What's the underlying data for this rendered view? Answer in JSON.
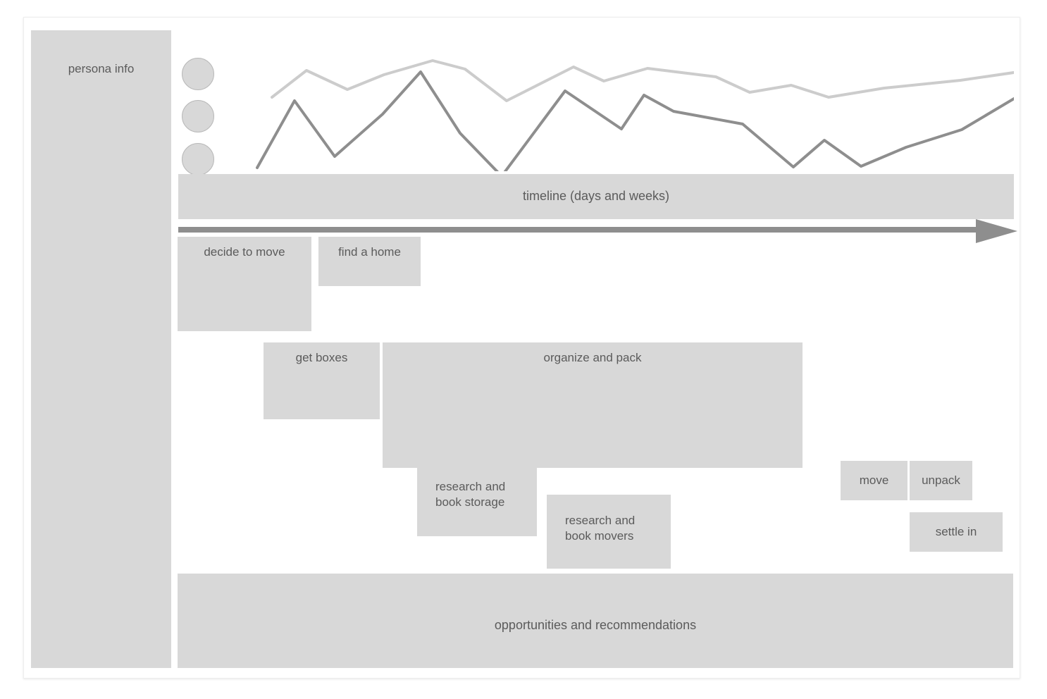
{
  "persona": {
    "title": "persona info",
    "avatars": [
      "persona-avatar-1",
      "persona-avatar-2",
      "persona-avatar-3"
    ]
  },
  "timeline": {
    "label": "timeline (days and weeks)",
    "arrow_icon": "arrow-right-icon"
  },
  "stages": {
    "decide_to_move": "decide to move",
    "find_a_home": "find a home",
    "get_boxes": "get boxes",
    "organize_and_pack": "organize and pack",
    "research_and_book_storage": "research and\nbook storage",
    "research_and_book_movers": "research and\nbook movers",
    "move": "move",
    "unpack": "unpack",
    "settle_in": "settle in"
  },
  "opportunities": {
    "label": "opportunities and recommendations"
  },
  "colors": {
    "block_fill": "#d8d8d8",
    "text": "#5b5b5b",
    "line_light": "#cccccc",
    "line_dark": "#8e8e8e",
    "card_border": "#eeeeee"
  },
  "chart_data": {
    "type": "line",
    "title": "",
    "xlabel": "timeline (days and weeks)",
    "ylabel": "",
    "grid": false,
    "legend": "none",
    "xlim": [
      0,
      1186
    ],
    "ylim": [
      0,
      200
    ],
    "note": "Two experience/emotion curves plotted over the journey timeline. Y is inverted screen space: smaller y = higher emotional state.",
    "series": [
      {
        "name": "expectation-line",
        "color": "#cccccc",
        "points": [
          [
            133,
            95
          ],
          [
            182,
            57
          ],
          [
            240,
            84
          ],
          [
            292,
            63
          ],
          [
            361,
            43
          ],
          [
            407,
            55
          ],
          [
            466,
            100
          ],
          [
            561,
            52
          ],
          [
            604,
            72
          ],
          [
            666,
            54
          ],
          [
            763,
            66
          ],
          [
            811,
            88
          ],
          [
            870,
            78
          ],
          [
            923,
            95
          ],
          [
            1002,
            82
          ],
          [
            1110,
            71
          ],
          [
            1213,
            56
          ]
        ]
      },
      {
        "name": "reality-line",
        "color": "#8e8e8e",
        "points": [
          [
            112,
            195
          ],
          [
            165,
            100
          ],
          [
            222,
            179
          ],
          [
            290,
            119
          ],
          [
            344,
            59
          ],
          [
            400,
            146
          ],
          [
            459,
            207
          ],
          [
            549,
            86
          ],
          [
            629,
            140
          ],
          [
            661,
            92
          ],
          [
            703,
            115
          ],
          [
            801,
            133
          ],
          [
            873,
            194
          ],
          [
            917,
            156
          ],
          [
            969,
            193
          ],
          [
            1033,
            166
          ],
          [
            1112,
            141
          ],
          [
            1213,
            81
          ]
        ]
      }
    ]
  }
}
